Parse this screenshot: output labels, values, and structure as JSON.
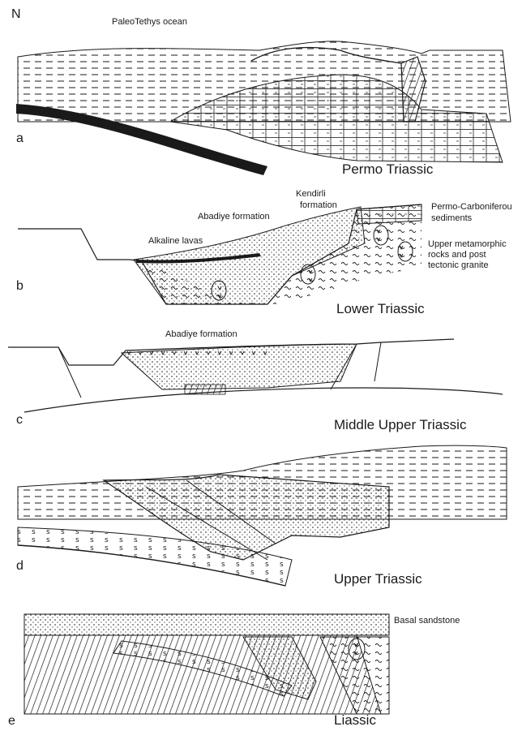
{
  "north_label": "N",
  "panels": [
    {
      "letter": "a",
      "period": "Permo Triassic",
      "labels": [
        "PaleoTethys ocean"
      ]
    },
    {
      "letter": "b",
      "period": "Lower Triassic",
      "labels": [
        "Kendirli",
        "formation",
        "Abadiye formation",
        "Alkaline lavas",
        "Permo-Carboniferou",
        "sediments",
        "Upper metamorphic",
        "rocks and post",
        "tectonic granite"
      ]
    },
    {
      "letter": "c",
      "period": "Middle Upper Triassic",
      "labels": [
        "Abadiye formation"
      ]
    },
    {
      "letter": "d",
      "period": "Upper Triassic",
      "labels": []
    },
    {
      "letter": "e",
      "period": "Liassic",
      "labels": [
        "Basal sandstone"
      ]
    }
  ],
  "colors": {
    "ink": "#1a1a1a",
    "paper": "#ffffff"
  }
}
